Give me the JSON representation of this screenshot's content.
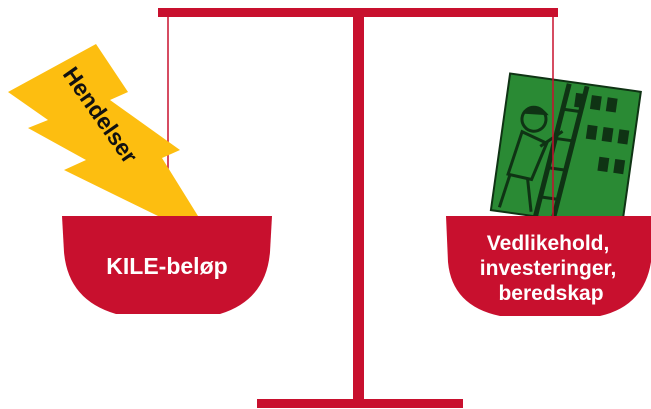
{
  "colors": {
    "scale_red": "#c8102e",
    "bolt_yellow": "#fdbe10",
    "worker_green": "#2a8a34",
    "worker_dark": "#0f3314"
  },
  "left_pan": {
    "label": "KILE-beløp"
  },
  "right_pan": {
    "lines": [
      "Vedlikehold,",
      "investeringer,",
      "beredskap"
    ]
  },
  "bolt": {
    "label": "Hendelser",
    "icon": "lightning-bolt-icon"
  },
  "worker_card": {
    "icon": "line-worker-icon"
  }
}
